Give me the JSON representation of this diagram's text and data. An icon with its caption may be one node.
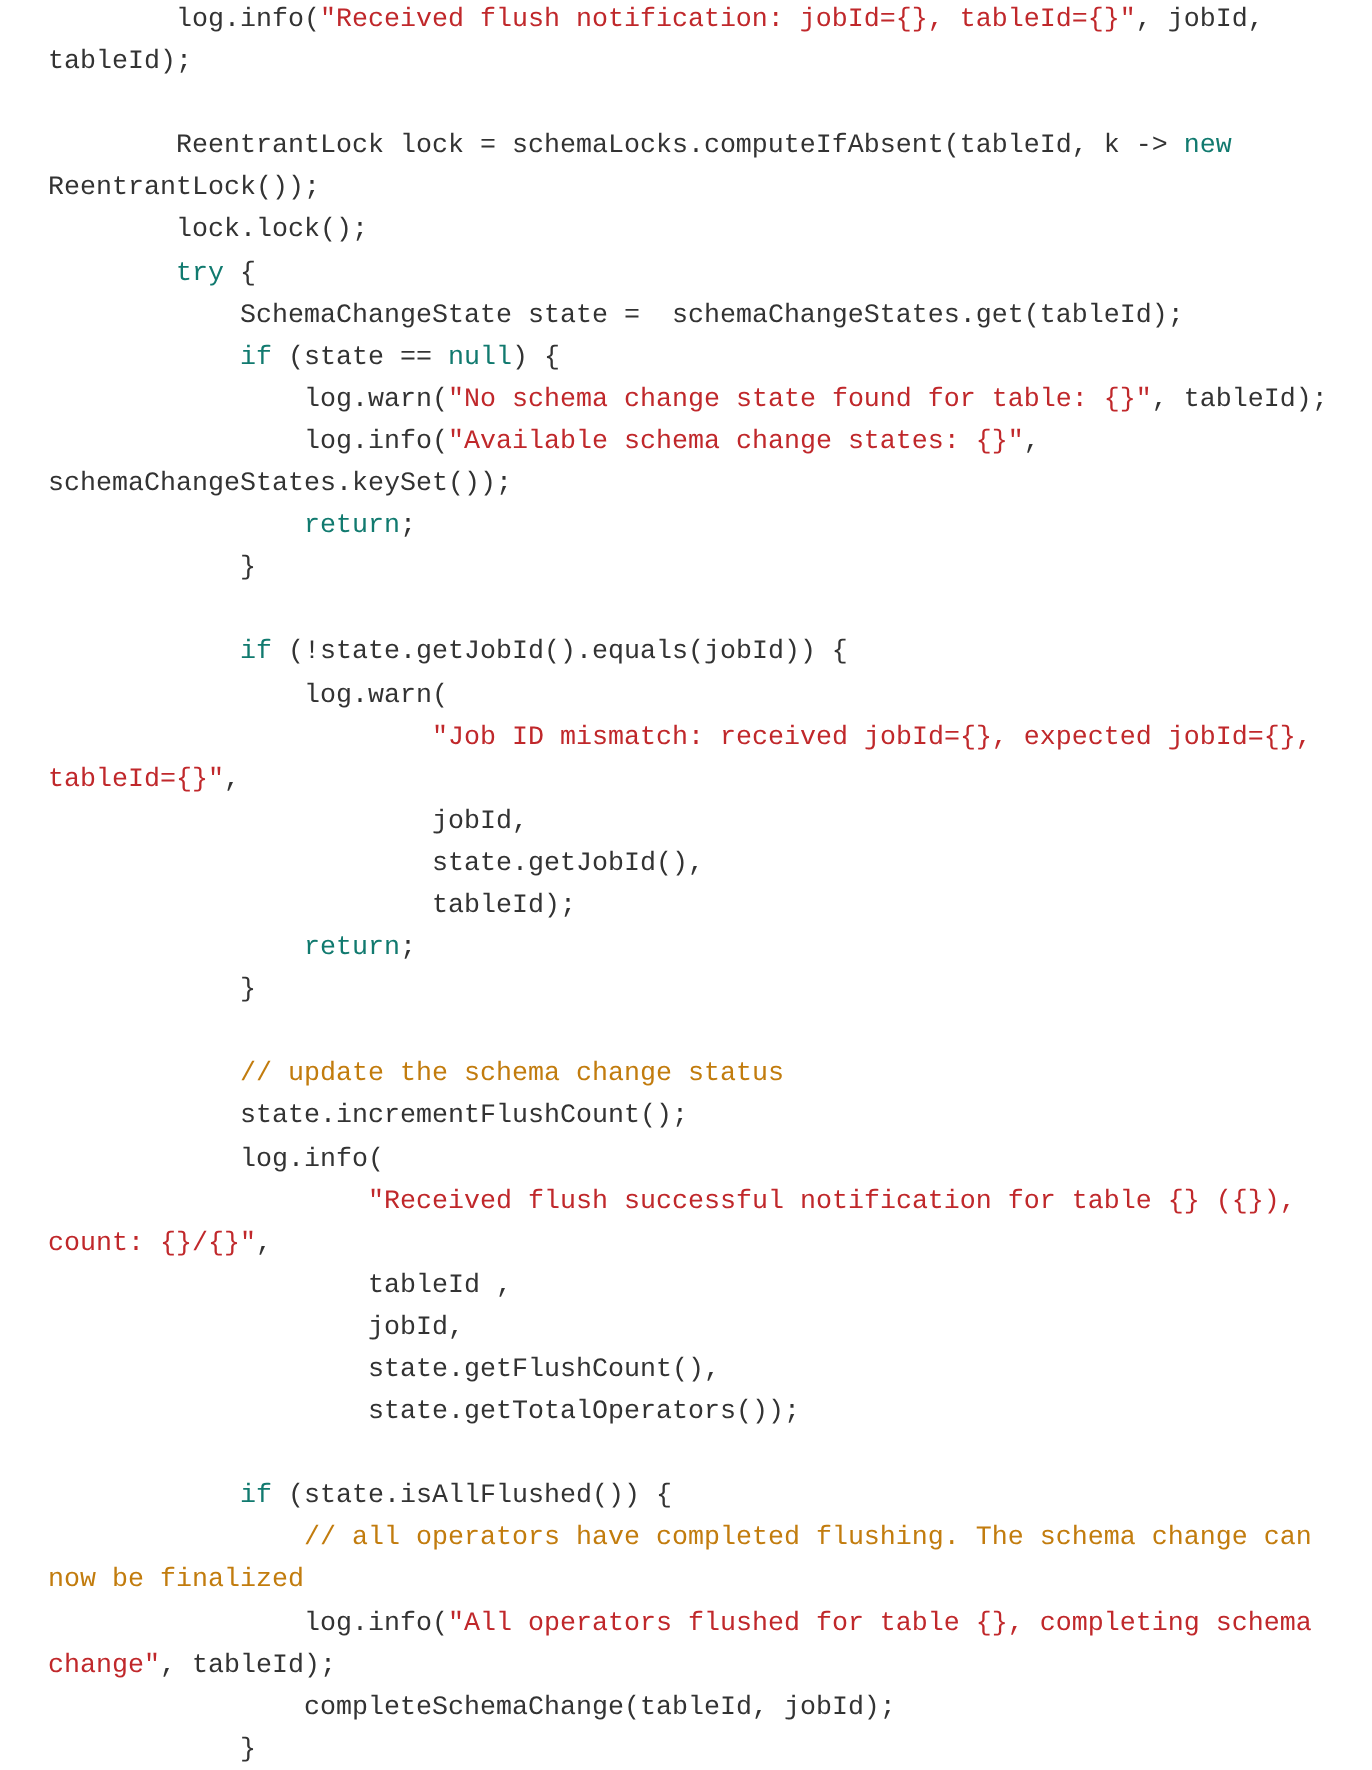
{
  "diagram": {
    "labels": [
      "log.info(\"Received flush notification: jobId={}, tableId={}\", jobId, tableId);",
      "ReentrantLock lock = schemaLocks.computeIfAbsent(tableId, k -> new ReentrantLock());",
      "lock.lock();",
      "try {",
      "SchemaChangeState state =  schemaChangeStates.get(tableId);",
      "if (state == null) {",
      "log.warn(\"No schema change state found for table: {}\", tableId);",
      "log.info(\"Available schema change states: {}\", schemaChangeStates.keySet());",
      "return;",
      "}",
      "if (!state.getJobId().equals(jobId)) {",
      "log.warn(",
      "\"Job ID mismatch: received jobId={}, expected jobId={}, tableId={}\",",
      "jobId,",
      "state.getJobId(),",
      "tableId);",
      "return;",
      "}",
      "// update the schema change status",
      "state.incrementFlushCount();",
      "log.info(",
      "\"Received flush successful notification for table {} ({}), count: {}/{}\",",
      "tableId ,",
      "jobId,",
      "state.getFlushCount(),",
      "state.getTotalOperators());",
      "if (state.isAllFlushed()) {",
      "// all operators have completed flushing. The schema change can now be finalized",
      "log.info(\"All operators flushed for table {}, completing schema change\", tableId);",
      "completeSchemaChange(tableId, jobId);",
      "}"
    ]
  }
}
